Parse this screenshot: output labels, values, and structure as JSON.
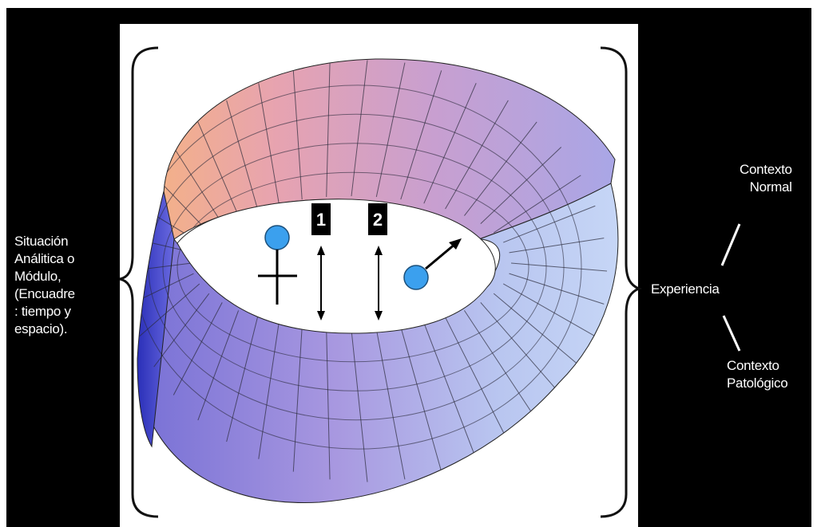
{
  "colors": {
    "background": "#000000",
    "panel": "#ffffff",
    "label_text": "#ffffff",
    "strip_blue": "#3a3fd0",
    "strip_pink": "#e8a6b6",
    "strip_light": "#c6d4f6",
    "grid_line": "#1a1a2a",
    "figure_blue": "#3ba0ee"
  },
  "left_label": {
    "lines": [
      "Situación",
      "Análitica o",
      "Módulo,",
      "(Encuadre",
      ": tiempo y",
      "espacio)."
    ]
  },
  "right_labels": {
    "experiencia": "Experiencia",
    "normal": [
      "Contexto",
      "Normal"
    ],
    "patologico": [
      "Contexto",
      "Patológico"
    ]
  },
  "markers": {
    "one": "1",
    "two": "2"
  },
  "icons": {
    "female_symbol": "female-symbol-icon",
    "male_symbol": "male-symbol-icon",
    "arrows": "double-headed-arrow-icon"
  }
}
